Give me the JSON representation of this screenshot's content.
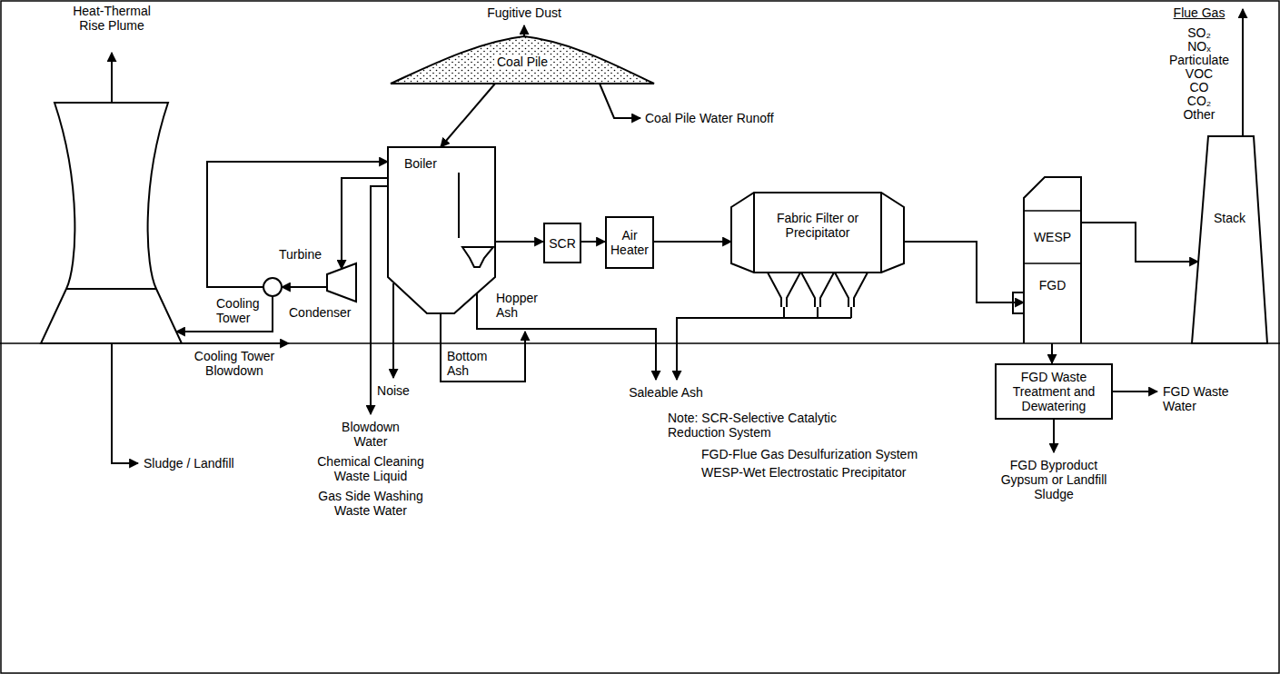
{
  "diagram": {
    "nodes": [
      {
        "text": [
          "Coal Pile"
        ]
      },
      {
        "text": [
          "Boiler"
        ]
      },
      {
        "text": [
          "Turbine"
        ]
      },
      {
        "text": [
          "Condenser"
        ]
      },
      {
        "text": [
          "Cooling Tower"
        ]
      },
      {
        "text": [
          "SCR"
        ]
      },
      {
        "text": [
          "Air Heater"
        ]
      },
      {
        "text": [
          "Fabric Filter or Precipitator"
        ]
      },
      {
        "text": [
          "WESP"
        ]
      },
      {
        "text": [
          "FGD"
        ]
      },
      {
        "text": [
          "Stack"
        ]
      },
      {
        "text": [
          "FGD Waste Treatment and Dewatering"
        ]
      }
    ],
    "edges": [
      {
        "from": 0,
        "to": 1,
        "arrow": "to"
      },
      {
        "from": 1,
        "to": 2,
        "arrow": "to"
      },
      {
        "from": 2,
        "to": 3,
        "arrow": "to"
      },
      {
        "from": 3,
        "to": 1,
        "arrow": "to"
      },
      {
        "from": 3,
        "to": 4,
        "arrow": "to"
      },
      {
        "from": 1,
        "to": 5,
        "arrow": "to"
      },
      {
        "from": 5,
        "to": 6,
        "arrow": "to"
      },
      {
        "from": 6,
        "to": 7,
        "arrow": "to"
      },
      {
        "from": 7,
        "to": 9,
        "arrow": "to"
      },
      {
        "from": 8,
        "to": 10,
        "arrow": "to"
      },
      {
        "from": 9,
        "to": 11,
        "arrow": "to"
      }
    ],
    "labels": [
      "Heat-Thermal Rise Plume",
      "Fugitive Dust",
      "Coal Pile Water Runoff",
      "Flue Gas",
      "SO₂",
      "NOₓ",
      "Particulate",
      "VOC",
      "CO",
      "CO₂",
      "Other",
      "Cooling Tower Blowdown",
      "Sludge / Landfill",
      "Noise",
      "Blowdown Water",
      "Chemical Cleaning Waste Liquid",
      "Gas Side Washing Waste Water",
      "Bottom Ash",
      "Hopper Ash",
      "Saleable Ash",
      "Note: SCR-Selective Catalytic Reduction System",
      "FGD-Flue Gas Desulfurization System",
      "WESP-Wet Electrostatic Precipitator",
      "FGD Waste Water",
      "FGD Byproduct Gypsum or Landfill Sludge"
    ]
  }
}
